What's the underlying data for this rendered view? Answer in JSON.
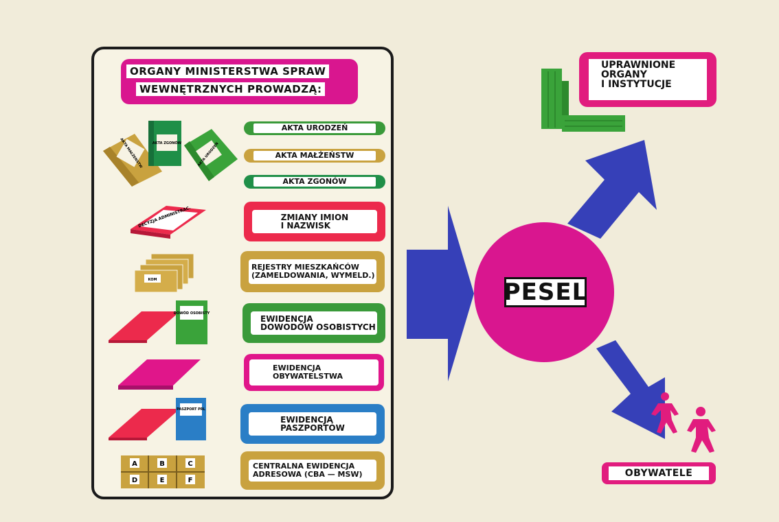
{
  "title": {
    "line1": "ORGANY MINISTERSTWA SPRAW",
    "line2": "WEWNĘTRZNYCH PROWADZĄ:"
  },
  "registers": [
    {
      "label": "AKTA URODZEŃ",
      "color": "#3a9a3a"
    },
    {
      "label": "AKTA MAŁŻEŃSTW",
      "color": "#c9a23f"
    },
    {
      "label": "AKTA ZGONÓW",
      "color": "#1f8f48"
    },
    {
      "label": "ZMIANY IMION\nI NAZWISK",
      "color": "#ec2a4c"
    },
    {
      "label": "REJESTRY MIESZKAŃCÓW\n(ZAMELDOWANIA, WYMELD.)",
      "color": "#c9a23f"
    },
    {
      "label": "EWIDENCJA\nDOWODÓW OSOBISTYCH",
      "color": "#3a9a3a"
    },
    {
      "label": "EWIDENCJA\nOBYWATELSTWA",
      "color": "#e0168a"
    },
    {
      "label": "EWIDENCJA\nPASZPORTÓW",
      "color": "#2a7ec6"
    },
    {
      "label": "CENTRALNA EWIDENCJA\nADRESOWA (CBA — MSW)",
      "color": "#c9a23f"
    }
  ],
  "icons": {
    "book_left": "AKTA MAŁŻEŃSTW",
    "book_middle": "AKTA ZGONÓW",
    "book_right": "AKTA URODZEŃ",
    "decision_card": "DECYZJA ADMINISTRAC.",
    "card_stack": "KOM",
    "id_card": "DOWÓD OSOBISTY",
    "passport": "PASZPORT PRL",
    "address_grid": [
      "A",
      "B",
      "C",
      "D",
      "E",
      "F"
    ]
  },
  "pesel": "PESEL",
  "authorized": "UPRAWNIONE\nORGANY\nI INSTYTUCJE",
  "citizens": "OBYWATELE",
  "colors": {
    "magenta": "#d9168f",
    "arrow_blue": "#3640b8",
    "green": "#3a9a3a",
    "gold": "#c9a23f",
    "red": "#ec2a4c",
    "blue": "#2a7ec6",
    "background": "#f1ecda"
  }
}
